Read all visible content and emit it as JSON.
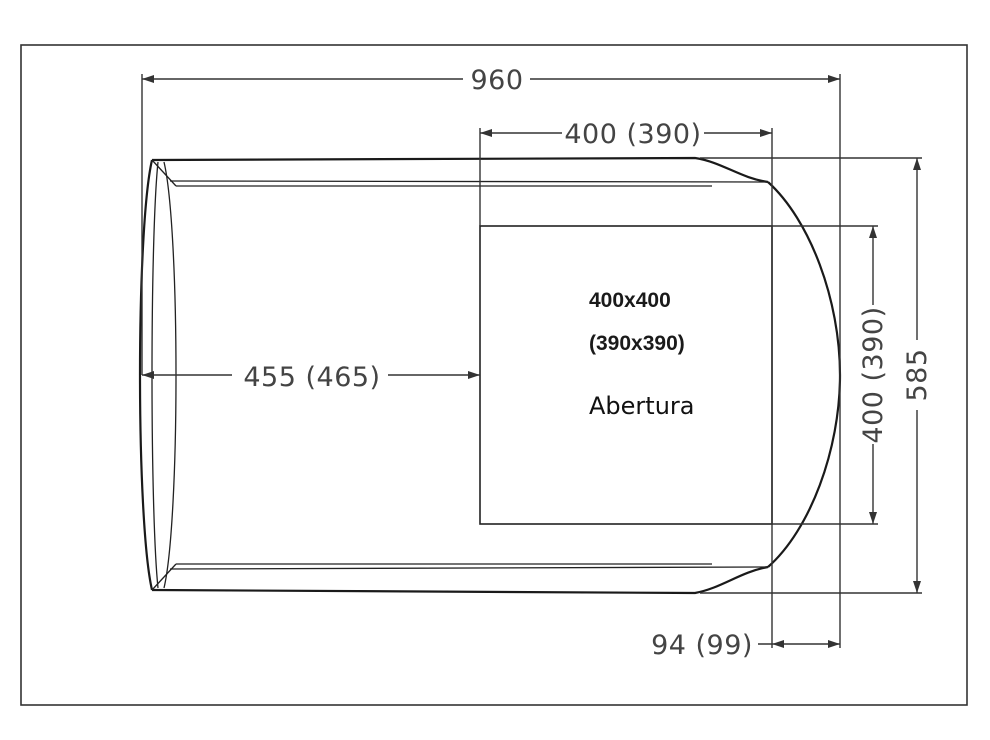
{
  "dimensions": {
    "overall_width": "960",
    "opening_width": "400 (390)",
    "left_offset": "455 (465)",
    "opening_height": "400 (390)",
    "overall_height": "585",
    "curve_depth": "94 (99)"
  },
  "opening_label": {
    "size_line1": "400x400",
    "size_line2": "(390x390)",
    "caption": "Abertura"
  },
  "colors": {
    "line": "#1a1a1a",
    "dimension_text": "#444444",
    "background": "#ffffff"
  }
}
